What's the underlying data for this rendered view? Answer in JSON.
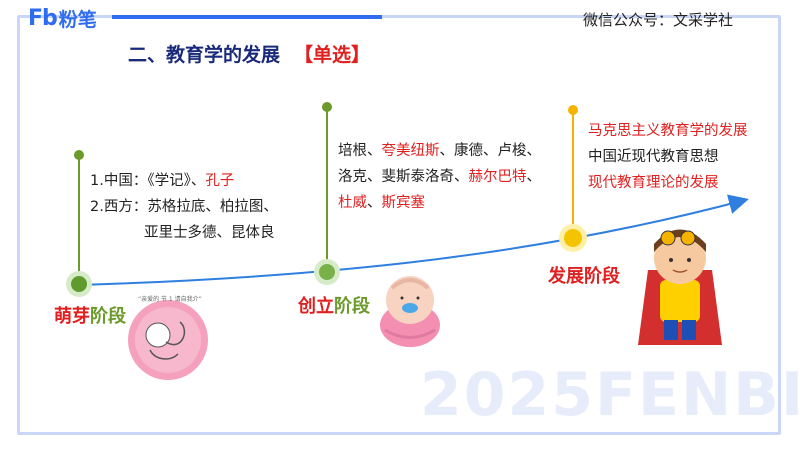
{
  "brand": {
    "logo_mark": "Fb",
    "logo_text": "粉笔"
  },
  "account_label": "微信公众号：文采学社",
  "title": {
    "main": "二、教育学的发展",
    "tag": "【单选】"
  },
  "stages": [
    {
      "label_a": "萌芽",
      "label_b": "阶段",
      "lines": [
        {
          "prefix": "1.中国：《学记》、",
          "highlight": "孔子"
        },
        {
          "prefix": "2.西方：苏格拉底、柏拉图、",
          "highlight": ""
        },
        {
          "prefix": "亚里士多德、昆体良",
          "highlight": ""
        }
      ],
      "illustration_caption": "“亲爱的 节 1 请自我介”"
    },
    {
      "label_a": "创立",
      "label_b": "阶段",
      "lines": [
        {
          "p1": "培根、",
          "r1": "夸美纽斯",
          "p2": "、康德、卢梭、"
        },
        {
          "p1": "洛克、斐斯泰洛奇、",
          "r1": "赫尔巴特",
          "p2": "、"
        },
        {
          "p1": "",
          "r1": "杜威",
          "p2": "、",
          "r2": "斯宾塞"
        }
      ]
    },
    {
      "label_a": "发展",
      "label_b": "阶段",
      "lines": [
        {
          "text": "马克思主义教育学的发展",
          "red": true
        },
        {
          "text": "中国近现代教育思想",
          "red": false
        },
        {
          "text": "现代教育理论的发展",
          "red": true
        }
      ]
    }
  ],
  "watermark": "2025FENBI",
  "colors": {
    "brand_blue": "#2f6cf0",
    "red": "#e02020",
    "green": "#6b9a2a",
    "title_navy": "#1a2a7a",
    "arrow_blue": "#2f7fe0"
  }
}
